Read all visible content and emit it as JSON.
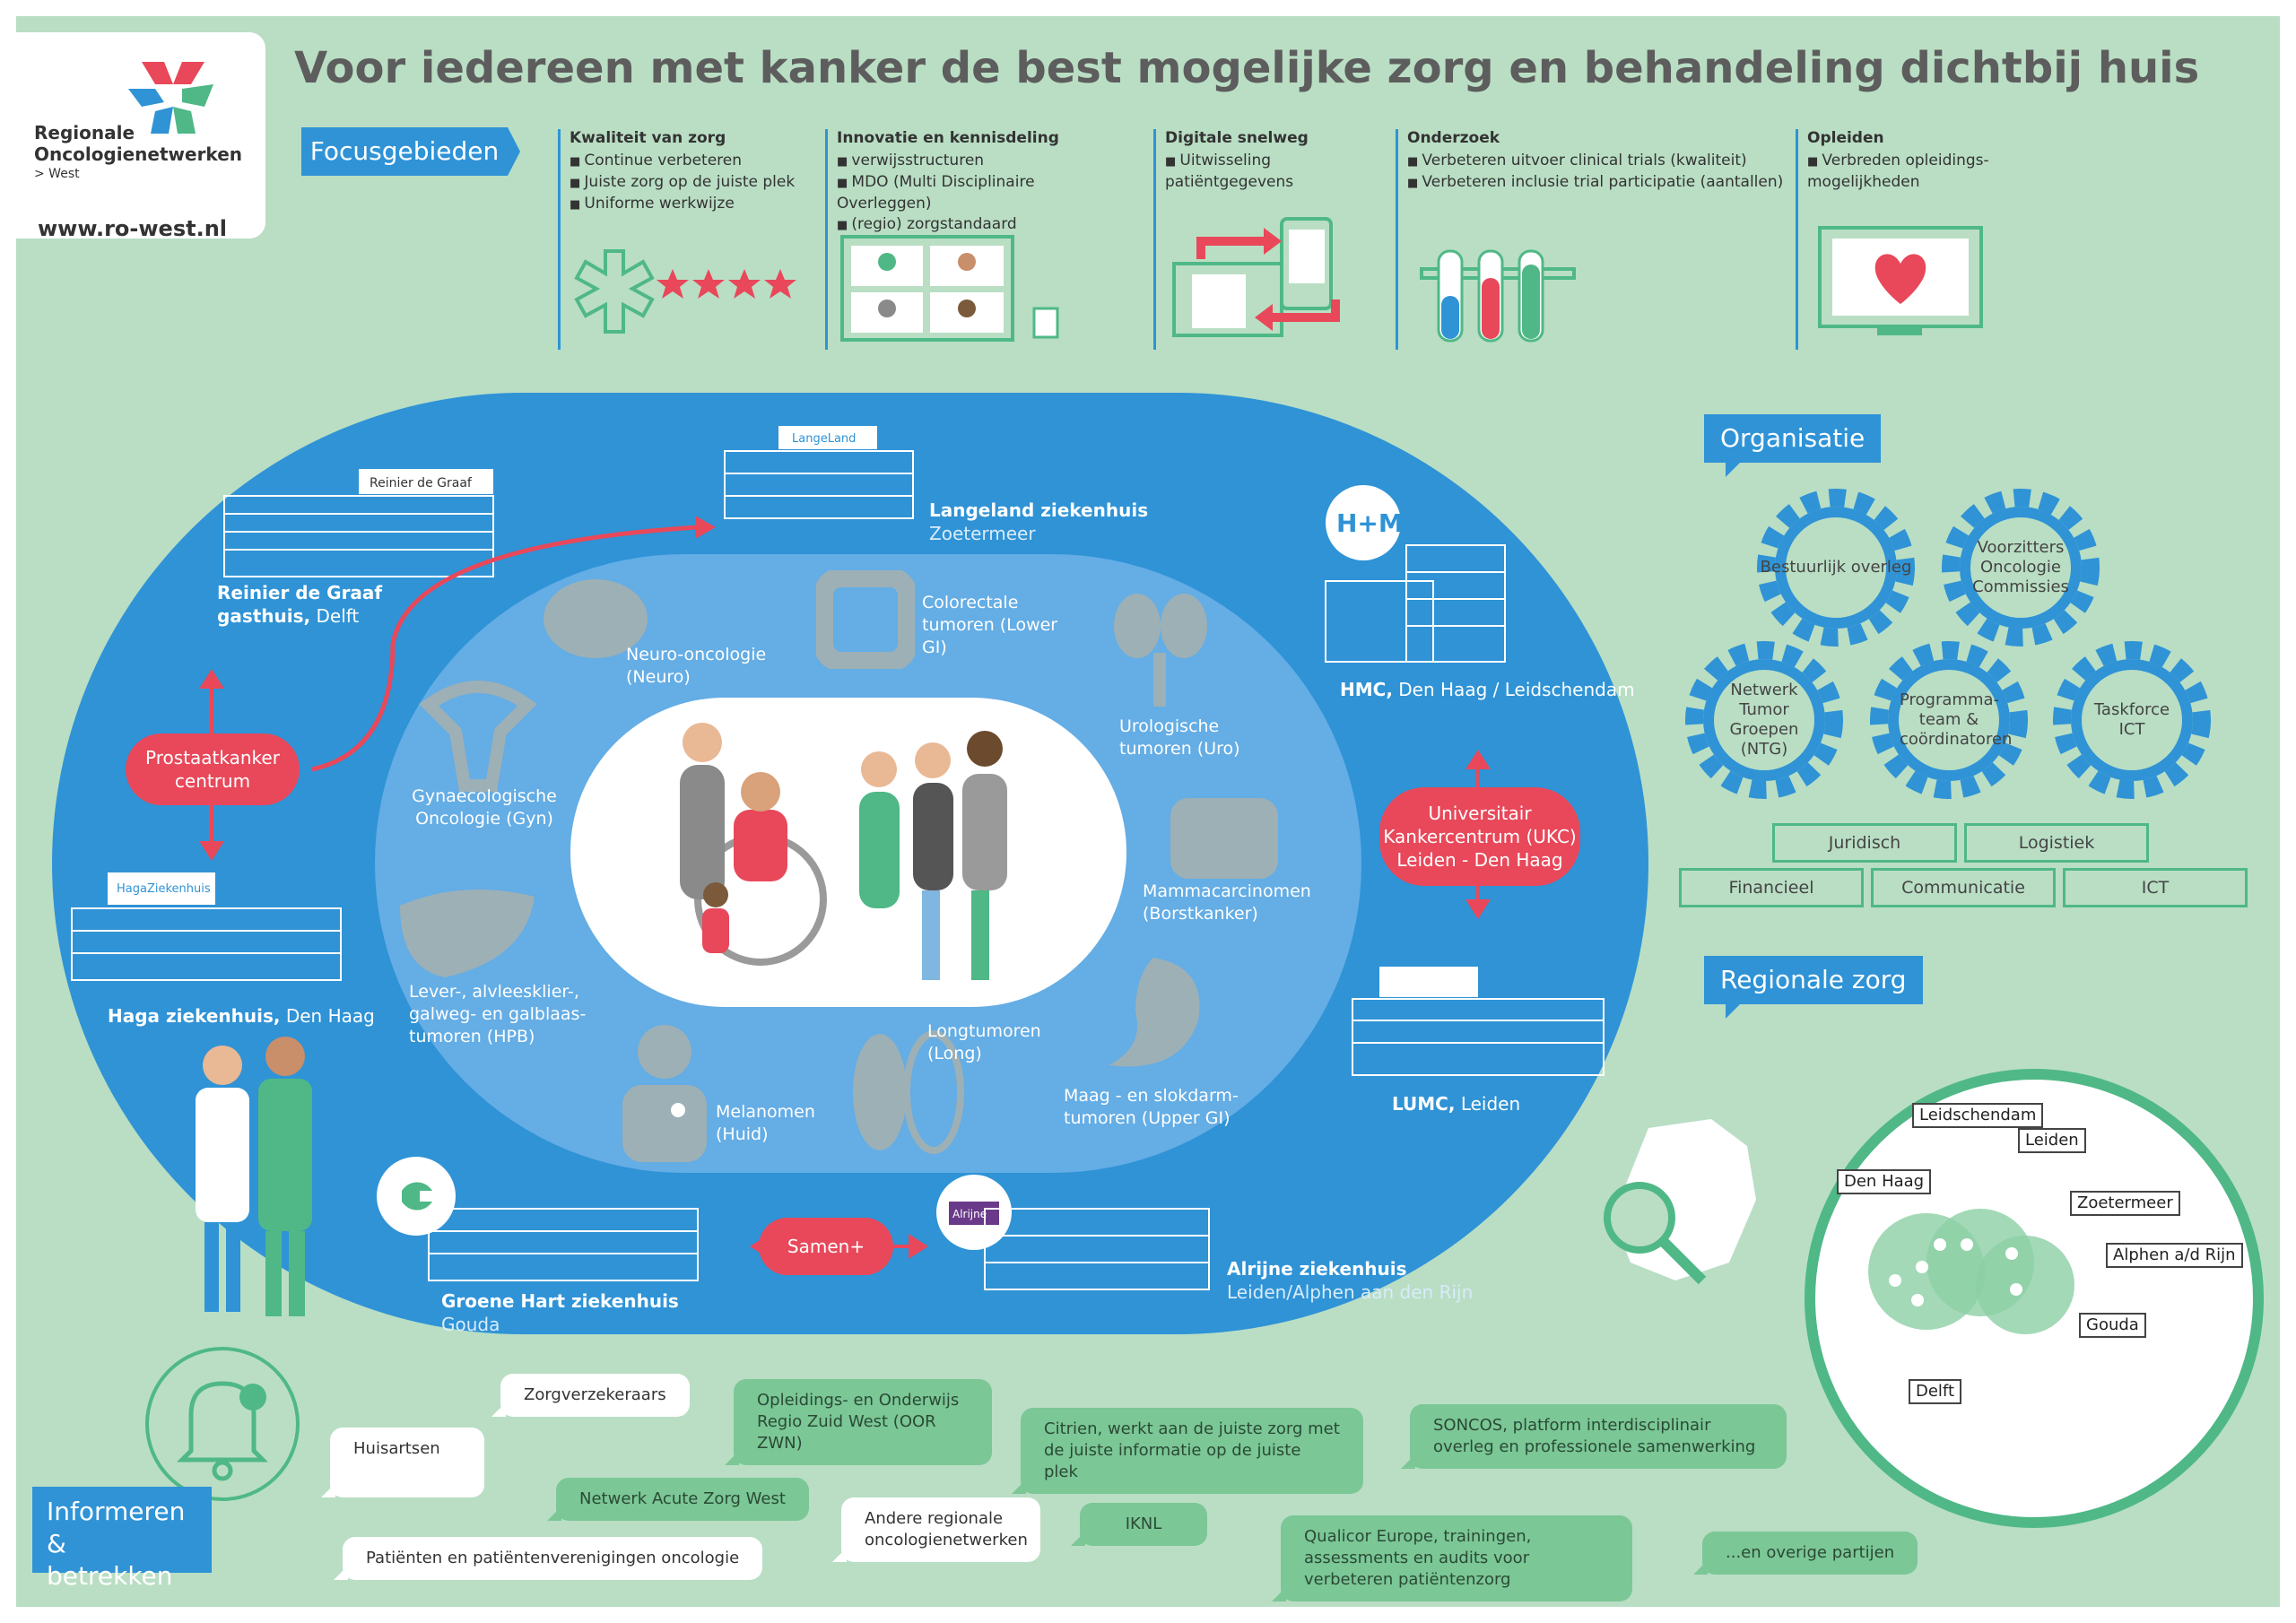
{
  "header": {
    "logo_text": "Regionale\nOncologienetwerken",
    "logo_sub": "> West",
    "url": "www.ro-west.nl",
    "title": "Voor iedereen met kanker de best mogelijke zorg en behandeling dichtbij huis"
  },
  "focus": {
    "label": "Focusgebieden",
    "columns": [
      {
        "title": "Kwaliteit van zorg",
        "items": [
          "Continue verbeteren",
          "Juiste zorg op de juiste plek",
          "Uniforme werkwijze"
        ]
      },
      {
        "title": "Innovatie en kennisdeling",
        "items": [
          "verwijsstructuren",
          "MDO (Multi Disciplinaire Overleggen)",
          "(regio) zorgstandaard"
        ]
      },
      {
        "title": "Digitale snelweg",
        "items": [
          "Uitwisseling patiëntgegevens"
        ]
      },
      {
        "title": "Onderzoek",
        "items": [
          "Verbeteren uitvoer clinical trials (kwaliteit)",
          "Verbeteren inclusie trial participatie (aantallen)"
        ]
      },
      {
        "title": "Opleiden",
        "items": [
          "Verbreden opleidings-mogelijkheden"
        ]
      }
    ]
  },
  "hospitals": {
    "reinier": {
      "name": "Reinier de Graaf",
      "name2": "gasthuis,",
      "city": "Delft",
      "sign": "Reinier de Graaf"
    },
    "langeland": {
      "name": "Langeland ziekenhuis",
      "city": "Zoetermeer",
      "sign": "LangeLand"
    },
    "hmc": {
      "name": "HMC,",
      "city": "Den Haag / Leidschendam",
      "sign": "H+MC"
    },
    "haga": {
      "name": "Haga ziekenhuis,",
      "city": "Den Haag",
      "sign": "HagaZiekenhuis"
    },
    "lumc": {
      "name": "LUMC,",
      "city": "Leiden"
    },
    "groene": {
      "name": "Groene Hart ziekenhuis",
      "city": "Gouda"
    },
    "alrijne": {
      "name": "Alrijne ziekenhuis",
      "city": "Leiden/Alphen aan den Rijn",
      "sign": "Alrijne"
    }
  },
  "pills": {
    "prostaat": "Prostaatkanker centrum",
    "ukc": "Universitair Kankercentrum (UKC) Leiden - Den Haag",
    "samen": "Samen+"
  },
  "tumors": {
    "neuro": "Neuro-oncologie (Neuro)",
    "colorectaal": "Colorectale tumoren (Lower GI)",
    "uro": "Urologische tumoren (Uro)",
    "gyn": "Gynaecologische Oncologie (Gyn)",
    "mamma": "Mammacarcinomen (Borstkanker)",
    "hpb": "Lever-, alvleesklier-, galweg- en galblaas-tumoren (HPB)",
    "long": "Longtumoren (Long)",
    "maag": "Maag - en slokdarm-tumoren (Upper GI)",
    "huid": "Melanomen (Huid)"
  },
  "organisatie": {
    "label": "Organisatie",
    "gears": [
      "Bestuurlijk overleg",
      "Voorzitters Oncologie Commissies",
      "Netwerk Tumor Groepen (NTG)",
      "Programma-team & coördinatoren",
      "Taskforce ICT"
    ],
    "boxes_top": [
      "Juridisch",
      "Logistiek"
    ],
    "boxes_bottom": [
      "Financieel",
      "Communicatie",
      "ICT"
    ]
  },
  "regionale": {
    "label": "Regionale zorg",
    "cities": [
      "Leidschendam",
      "Leiden",
      "Den Haag",
      "Zoetermeer",
      "Alphen a/d Rijn",
      "Gouda",
      "Delft"
    ]
  },
  "informeren": {
    "label": "Informeren & betrekken",
    "bubbles": [
      "Zorgverzekeraars",
      "Opleidings- en Onderwijs Regio Zuid West  (OOR ZWN)",
      "Citrien, werkt aan de juiste zorg met de juiste informatie op de juiste plek",
      "SONCOS, platform interdisciplinair overleg en professionele samenwerking",
      "Huisartsen",
      "Netwerk Acute Zorg West",
      "Andere regionale oncologienetwerken",
      "IKNL",
      "Qualicor Europe, trainingen, assessments en audits voor verbeteren patiëntenzorg",
      "...en overige partijen",
      "Patiënten en patiëntenverenigingen oncologie"
    ]
  },
  "colors": {
    "background": "#b9dec4",
    "blue": "#2f93d6",
    "light_blue": "#64ade5",
    "red": "#e8485a",
    "green": "#4fb886"
  }
}
